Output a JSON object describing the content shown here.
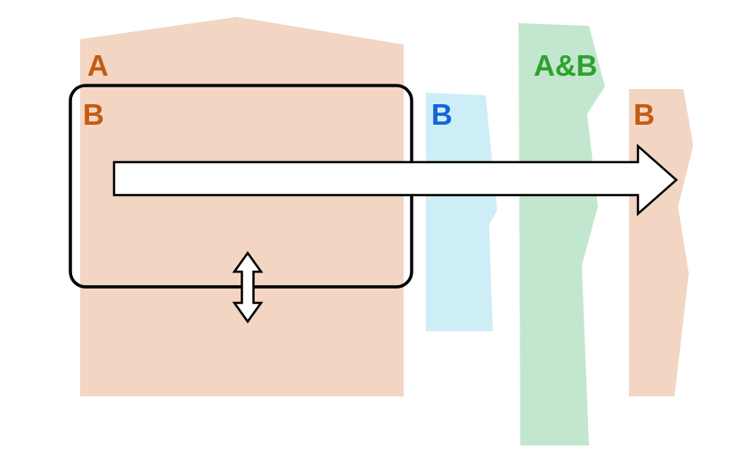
{
  "diagram": {
    "labels": {
      "a": "A",
      "b_main": "B",
      "b_blue": "B",
      "ab": "A&B",
      "b_right": "B"
    },
    "colors": {
      "peach": "#f2d5c2",
      "blue": "#ceeef7",
      "green": "#c2e7ce",
      "orange_text": "#c55a11",
      "blue_text": "#1565d8",
      "green_text": "#2ea12e",
      "outline": "#000000",
      "arrow_fill": "#ffffff"
    }
  }
}
